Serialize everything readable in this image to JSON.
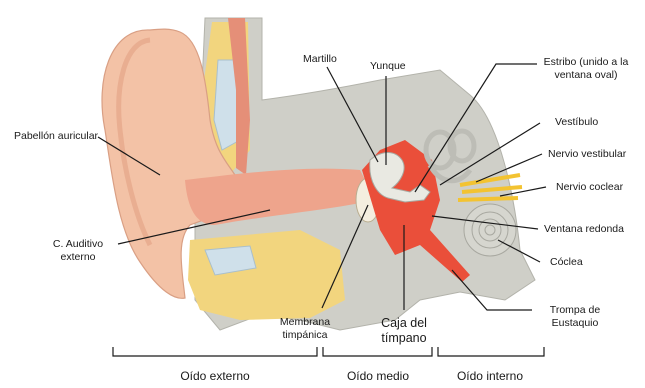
{
  "labels": {
    "pabellon": "Pabellón auricular",
    "conducto_1": "C. Auditivo",
    "conducto_2": "externo",
    "martillo": "Martillo",
    "yunque": "Yunque",
    "estribo_1": "Estribo (unido a la",
    "estribo_2": "ventana oval)",
    "vestibulo": "Vestíbulo",
    "nervio_vestibular": "Nervio vestibular",
    "nervio_coclear": "Nervio coclear",
    "ventana_redonda": "Ventana redonda",
    "coclea": "Cóclea",
    "trompa_1": "Trompa de",
    "trompa_2": "Eustaquio",
    "membrana_1": "Membrana",
    "membrana_2": "timpánica",
    "caja_1": "Caja del",
    "caja_2": "tímpano"
  },
  "sections": {
    "externo": "Oído externo",
    "medio": "Oído medio",
    "interno": "Oído interno"
  },
  "colors": {
    "skin": "#f3c2a6",
    "skin_dark": "#e2a083",
    "bone": "#c9c9c2",
    "fat": "#f2d57e",
    "cartilage": "#cfe0ea",
    "canal": "#e58f78",
    "cavity": "#ea4f3a",
    "nerve": "#f3c331",
    "cochlea": "#d6d6cf",
    "line": "#1a1a1a"
  }
}
